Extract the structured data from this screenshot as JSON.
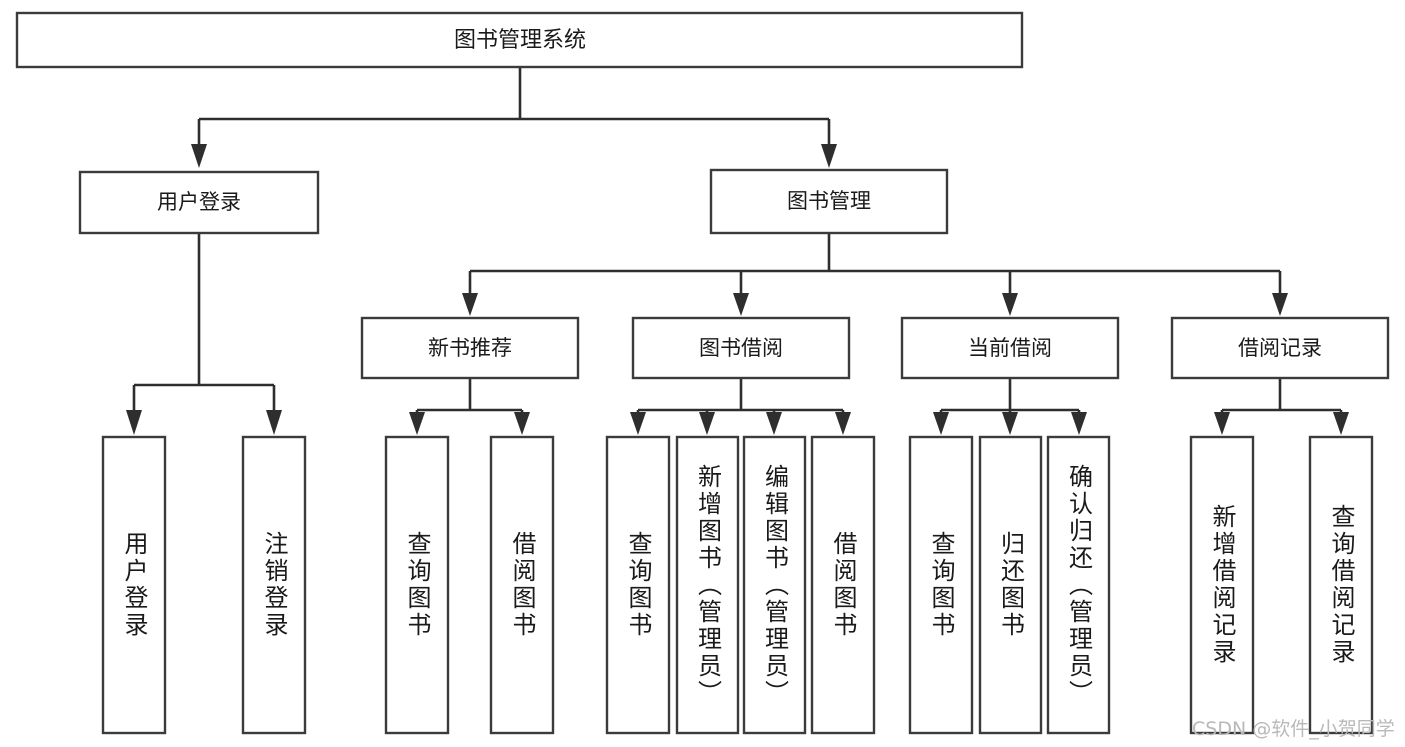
{
  "diagram": {
    "title_node": {
      "label": "图书管理系统"
    },
    "level2": [
      {
        "id": "user-login",
        "label": "用户登录"
      },
      {
        "id": "book-manage",
        "label": "图书管理"
      }
    ],
    "level3": [
      {
        "id": "new-book-recommend",
        "label": "新书推荐"
      },
      {
        "id": "book-borrow",
        "label": "图书借阅"
      },
      {
        "id": "current-borrow",
        "label": "当前借阅"
      },
      {
        "id": "borrow-record",
        "label": "借阅记录"
      }
    ],
    "leaves": {
      "user_login": [
        {
          "id": "leaf-user-login",
          "label": "用户登录"
        },
        {
          "id": "leaf-logout-login",
          "label": "注销登录"
        }
      ],
      "new_book_recommend": [
        {
          "id": "leaf-query-book-1",
          "label": "查询图书"
        },
        {
          "id": "leaf-borrow-book-1",
          "label": "借阅图书"
        }
      ],
      "book_borrow": [
        {
          "id": "leaf-query-book-2",
          "label": "查询图书"
        },
        {
          "id": "leaf-add-book-admin",
          "label": "新增图书（管理员）"
        },
        {
          "id": "leaf-edit-book-admin",
          "label": "编辑图书（管理员）"
        },
        {
          "id": "leaf-borrow-book-2",
          "label": "借阅图书"
        }
      ],
      "current_borrow": [
        {
          "id": "leaf-query-book-3",
          "label": "查询图书"
        },
        {
          "id": "leaf-return-book",
          "label": "归还图书"
        },
        {
          "id": "leaf-confirm-return-admin",
          "label": "确认归还（管理员）"
        }
      ],
      "borrow_record": [
        {
          "id": "leaf-add-borrow-record",
          "label": "新增借阅记录"
        },
        {
          "id": "leaf-query-borrow-record",
          "label": "查询借阅记录"
        }
      ]
    }
  },
  "watermark": {
    "text": "CSDN @软件_小贺同学"
  },
  "colors": {
    "box_stroke": "#3b3b3b",
    "connector": "#2e2e2e",
    "text": "#1a1a1a",
    "background": "#ffffff",
    "watermark": "#b9b9b9"
  }
}
